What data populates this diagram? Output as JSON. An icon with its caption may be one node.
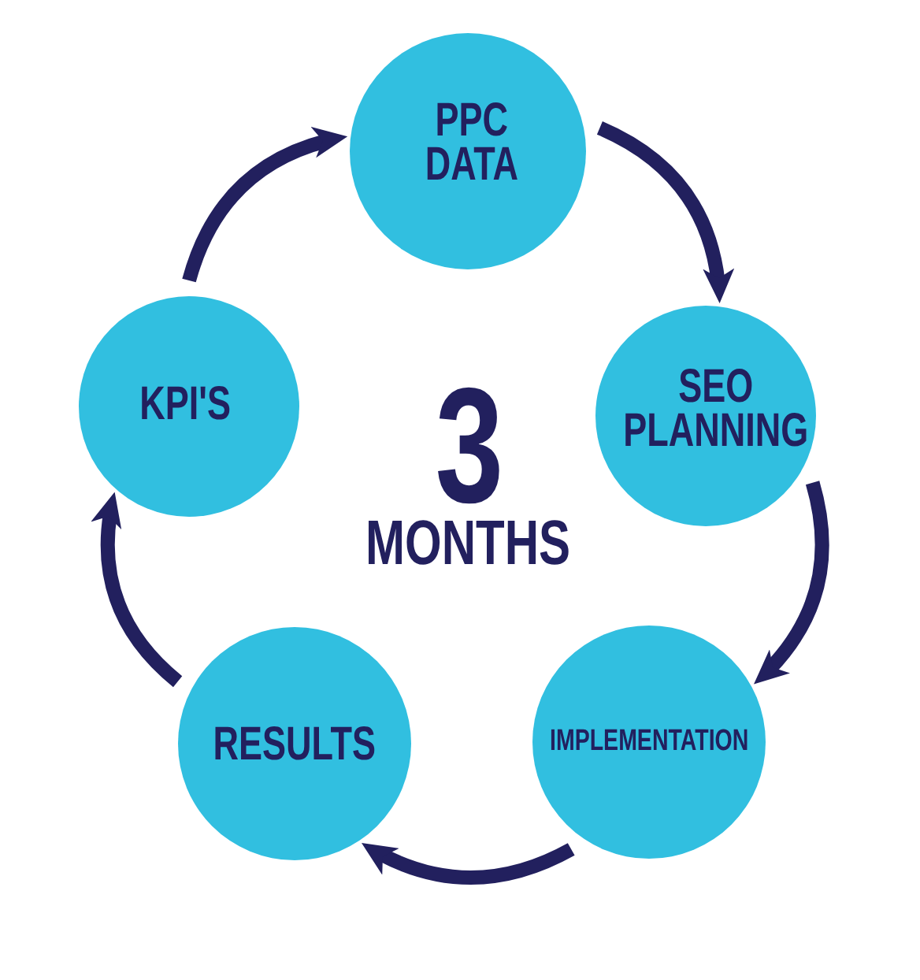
{
  "diagram": {
    "nodes": [
      {
        "text": [
          "PPC DATA"
        ]
      },
      {
        "text": [
          "SEO PLANNING"
        ]
      },
      {
        "text": [
          "IMPLEMENTATION"
        ]
      },
      {
        "text": [
          "RESULTS"
        ]
      },
      {
        "text": [
          "KPI'S"
        ]
      }
    ],
    "edges": [
      {
        "from": 0,
        "to": 1,
        "arrow": "to"
      },
      {
        "from": 1,
        "to": 2,
        "arrow": "to"
      },
      {
        "from": 2,
        "to": 3,
        "arrow": "to"
      },
      {
        "from": 3,
        "to": 4,
        "arrow": "to"
      },
      {
        "from": 4,
        "to": 0,
        "arrow": "to"
      }
    ],
    "labels": [
      "3",
      "MONTHS"
    ]
  }
}
